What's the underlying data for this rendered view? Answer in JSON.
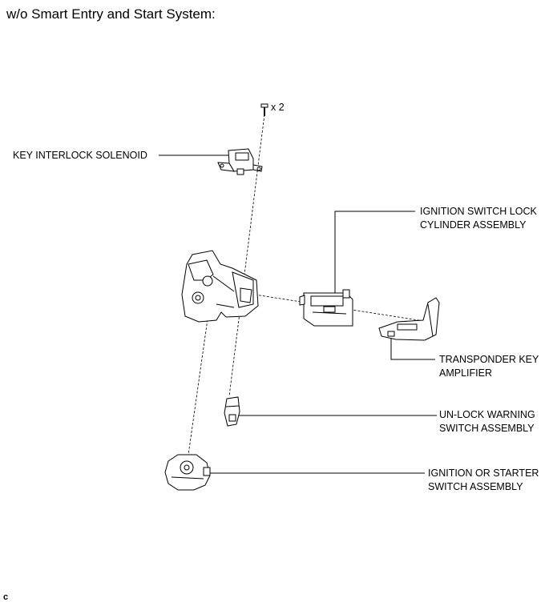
{
  "header": {
    "title": "w/o Smart Entry and Start System:"
  },
  "parts": {
    "bolt_qty": "x 2",
    "key_interlock_solenoid": "KEY INTERLOCK SOLENOID",
    "ignition_lock_cylinder": [
      "IGNITION SWITCH LOCK",
      "CYLINDER ASSEMBLY"
    ],
    "transponder_key_amplifier": [
      "TRANSPONDER KEY",
      "AMPLIFIER"
    ],
    "unlock_warning_switch": [
      "UN-LOCK WARNING",
      "SWITCH ASSEMBLY"
    ],
    "ignition_starter_switch": [
      "IGNITION OR STARTER",
      "SWITCH ASSEMBLY"
    ]
  },
  "footer": {
    "code": "c"
  }
}
